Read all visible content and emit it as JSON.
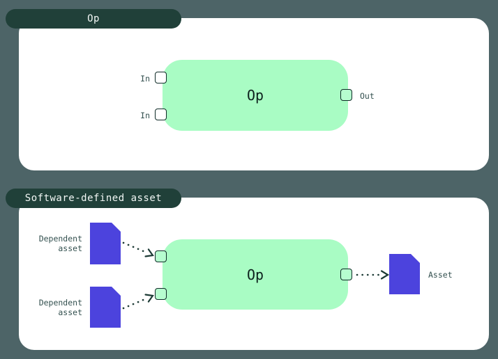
{
  "colors": {
    "background": "#4d6467",
    "tab": "#204039",
    "card": "#ffffff",
    "node_green": "#a9fcc4",
    "port_green": "#b6fdcf",
    "asset_purple": "#4c43dd",
    "arrow_dark": "#1c3a35",
    "label_text": "#33504f"
  },
  "op_panel": {
    "tab_label": "Op",
    "node_label": "Op",
    "inputs": [
      {
        "label": "In"
      },
      {
        "label": "In"
      }
    ],
    "output": {
      "label": "Out"
    }
  },
  "sda_panel": {
    "tab_label": "Software-defined asset",
    "node_label": "Op",
    "dependent_assets": [
      {
        "label": "Dependent asset"
      },
      {
        "label": "Dependent asset"
      }
    ],
    "inputs": [
      {
        "label": ""
      },
      {
        "label": ""
      }
    ],
    "output_asset": {
      "label": "Asset"
    }
  }
}
